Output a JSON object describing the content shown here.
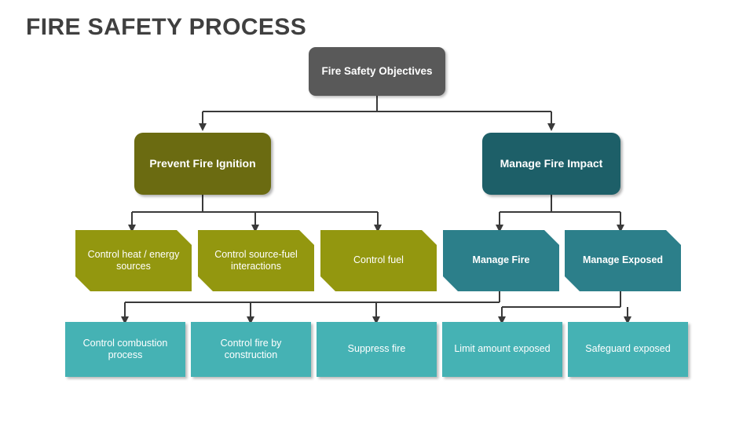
{
  "page": {
    "title": "FIRE SAFETY PROCESS",
    "background": "#ffffff",
    "title_color": "#3f3f3f"
  },
  "colors": {
    "level1": "#595959",
    "level2_olive": "#6b6b11",
    "level2_teal": "#1d5f68",
    "level3_olive": "#93970f",
    "level3_teal": "#2c7f8a",
    "level4_teal": "#45b2b4",
    "connector": "#3a3a3a"
  },
  "diagram": {
    "type": "hierarchy-tree",
    "levels": 4,
    "root": {
      "label": "Fire Safety Objectives",
      "name": "fire-safety-objectives"
    },
    "level2": [
      {
        "label": "Prevent Fire Ignition",
        "name": "prevent-fire-ignition",
        "color": "olive"
      },
      {
        "label": "Manage Fire Impact",
        "name": "manage-fire-impact",
        "color": "teal"
      }
    ],
    "level3": [
      {
        "label": "Control heat / energy sources",
        "name": "control-heat-energy-sources",
        "color": "olive",
        "parent": "prevent-fire-ignition"
      },
      {
        "label": "Control source-fuel interactions",
        "name": "control-source-fuel-interactions",
        "color": "olive",
        "parent": "prevent-fire-ignition"
      },
      {
        "label": "Control fuel",
        "name": "control-fuel",
        "color": "olive",
        "parent": "prevent-fire-ignition"
      },
      {
        "label": "Manage Fire",
        "name": "manage-fire",
        "color": "teal",
        "parent": "manage-fire-impact"
      },
      {
        "label": "Manage Exposed",
        "name": "manage-exposed",
        "color": "teal",
        "parent": "manage-fire-impact"
      }
    ],
    "level4": [
      {
        "label": "Control combustion process",
        "name": "control-combustion-process",
        "parent": "manage-fire"
      },
      {
        "label": "Control fire by construction",
        "name": "control-fire-by-construction",
        "parent": "manage-fire"
      },
      {
        "label": "Suppress fire",
        "name": "suppress-fire",
        "parent": "manage-fire"
      },
      {
        "label": "Limit amount exposed",
        "name": "limit-amount-exposed",
        "parent": "manage-exposed"
      },
      {
        "label": "Safeguard exposed",
        "name": "safeguard-exposed",
        "parent": "manage-exposed"
      }
    ]
  }
}
